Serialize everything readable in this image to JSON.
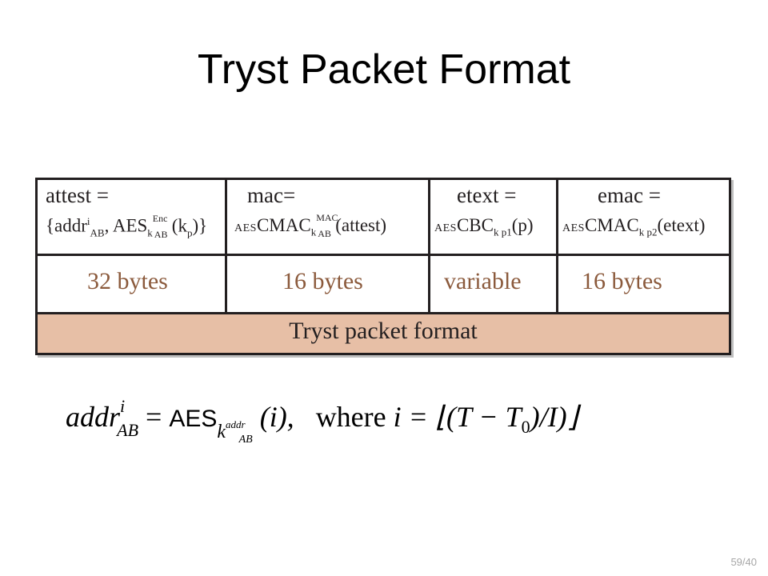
{
  "slide": {
    "title": "Tryst Packet Format",
    "page_number": "59/40"
  },
  "figure": {
    "columns": [
      {
        "header": "attest =",
        "formula": {
          "open": "{addr",
          "sup": "i",
          "sub": "AB",
          "mid": ", AES",
          "k": "k",
          "enc": "Enc",
          "ab": "AB",
          "arg": "(k",
          "argsub": "p",
          "close": ")}"
        },
        "size": "32 bytes"
      },
      {
        "header": "mac=",
        "formula": {
          "prefix": "AES",
          "name": "CMAC",
          "k": "k",
          "up": "MAC",
          "dn": "AB",
          "arg": "(attest)"
        },
        "size": "16 bytes"
      },
      {
        "header": "etext =",
        "formula": {
          "prefix": "AES",
          "name": "CBC",
          "k": "k p1",
          "arg": "(p)"
        },
        "size": "variable"
      },
      {
        "header": "emac =",
        "formula": {
          "prefix": "AES",
          "name": "CMAC",
          "k": "k p2",
          "arg": "(etext)"
        },
        "size": "16 bytes"
      }
    ],
    "caption": "Tryst packet format",
    "caption_color": "#e7bfa6",
    "size_color": "#8b5a3c"
  },
  "equation": {
    "lhs": "addr",
    "lhs_sup": "i",
    "lhs_sub": "AB",
    "equals": "=",
    "func": "AES",
    "key": "k",
    "key_sup": "addr",
    "key_sub": "AB",
    "arg": "(i),",
    "where": "where",
    "i": "i",
    "rhs": "= ⌊(T − T",
    "rhs_sub": "0",
    "rhs_end": ")/I)⌋"
  }
}
